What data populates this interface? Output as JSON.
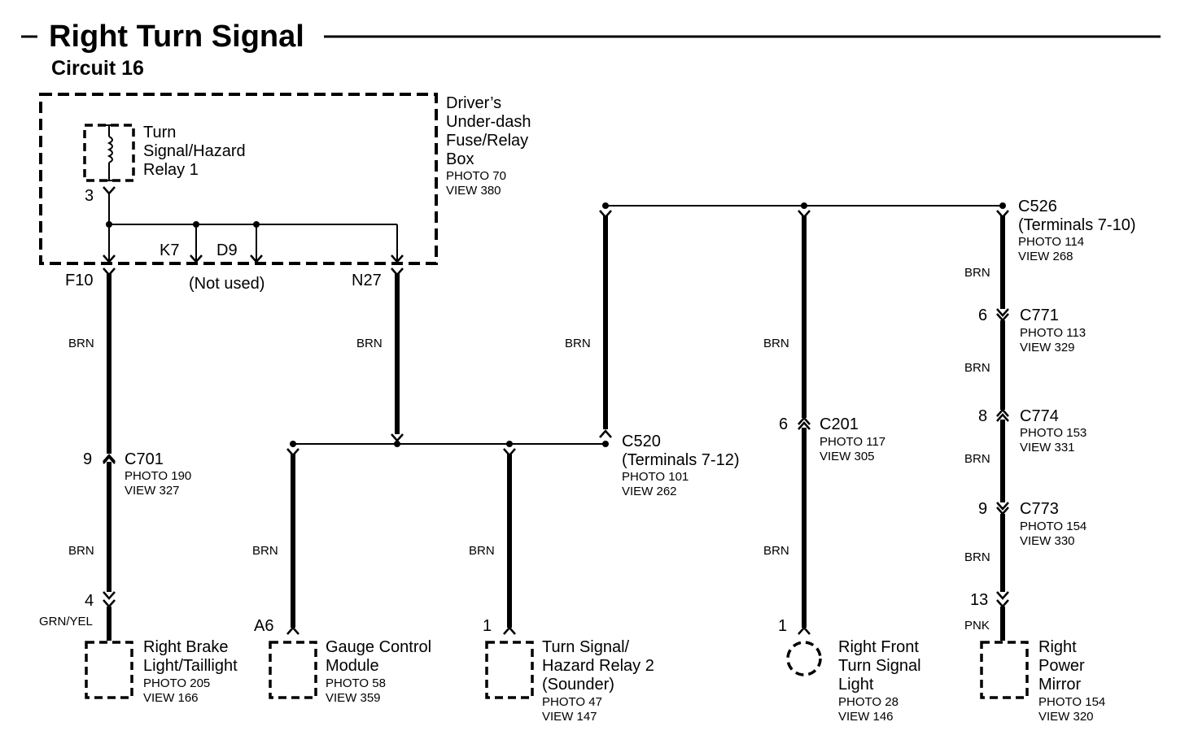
{
  "header": {
    "title": "Right Turn Signal",
    "subtitle": "Circuit 16"
  },
  "fuse_box": {
    "name_lines": [
      "Driver’s",
      "Under-dash",
      "Fuse/Relay",
      "Box"
    ],
    "photo": "PHOTO 70",
    "view": "VIEW 380",
    "relay_lines": [
      "Turn",
      "Signal/Hazard",
      "Relay 1"
    ],
    "relay_pin": "3",
    "k7": "K7",
    "d9": "D9",
    "not_used": "(Not used)",
    "f10": "F10",
    "n27": "N27"
  },
  "wires": {
    "brn": "BRN",
    "grn_yel": "GRN/YEL",
    "pnk": "PNK"
  },
  "connectors": {
    "c701": {
      "pin": "9",
      "name": "C701",
      "photo": "PHOTO 190",
      "view": "VIEW 327"
    },
    "c520": {
      "name": "C520",
      "terminals": "(Terminals 7-12)",
      "photo": "PHOTO 101",
      "view": "VIEW 262"
    },
    "c526": {
      "name": "C526",
      "terminals": "(Terminals 7-10)",
      "photo": "PHOTO 114",
      "view": "VIEW 268"
    },
    "c201": {
      "pin": "6",
      "name": "C201",
      "photo": "PHOTO 117",
      "view": "VIEW 305"
    },
    "c771": {
      "pin": "6",
      "name": "C771",
      "photo": "PHOTO 113",
      "view": "VIEW 329"
    },
    "c774": {
      "pin": "8",
      "name": "C774",
      "photo": "PHOTO 153",
      "view": "VIEW 331"
    },
    "c773": {
      "pin": "9",
      "name": "C773",
      "photo": "PHOTO 154",
      "view": "VIEW 330"
    }
  },
  "components": {
    "brake_light": {
      "pin": "4",
      "lines": [
        "Right Brake",
        "Light/Taillight"
      ],
      "photo": "PHOTO 205",
      "view": "VIEW 166"
    },
    "gauge": {
      "pin": "A6",
      "lines": [
        "Gauge Control",
        "Module"
      ],
      "photo": "PHOTO 58",
      "view": "VIEW 359"
    },
    "relay2": {
      "pin": "1",
      "lines": [
        "Turn Signal/",
        "Hazard Relay 2",
        "(Sounder)"
      ],
      "photo": "PHOTO 47",
      "view": "VIEW 147"
    },
    "front_light": {
      "pin": "1",
      "lines": [
        "Right Front",
        "Turn Signal",
        "Light"
      ],
      "photo": "PHOTO 28",
      "view": "VIEW 146"
    },
    "mirror": {
      "pin": "13",
      "lines": [
        "Right",
        "Power",
        "Mirror"
      ],
      "photo": "PHOTO 154",
      "view": "VIEW 320"
    }
  }
}
